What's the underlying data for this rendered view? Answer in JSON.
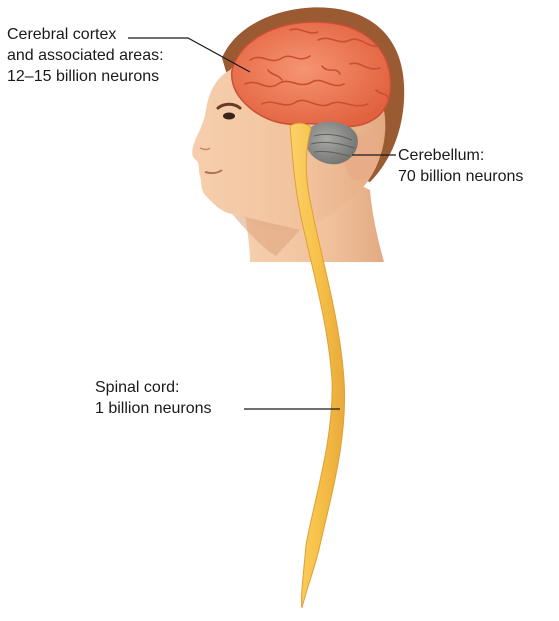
{
  "labels": {
    "cortex": {
      "line1": "Cerebral cortex",
      "line2": "and associated areas:",
      "line3": "12–15 billion neurons"
    },
    "cerebellum": {
      "line1": "Cerebellum:",
      "line2": "70 billion neurons"
    },
    "spinal_cord": {
      "line1": "Spinal cord:",
      "line2": "1 billion neurons"
    }
  },
  "colors": {
    "skin": "#f2c49e",
    "skin_shadow": "#dca27c",
    "hair": "#9a5a32",
    "brain": "#f07a55",
    "brain_fold": "#c94f35",
    "cerebellum": "#8a8a88",
    "spinal_cord": "#f7c24a",
    "leader_line": "#1a1a1a"
  }
}
